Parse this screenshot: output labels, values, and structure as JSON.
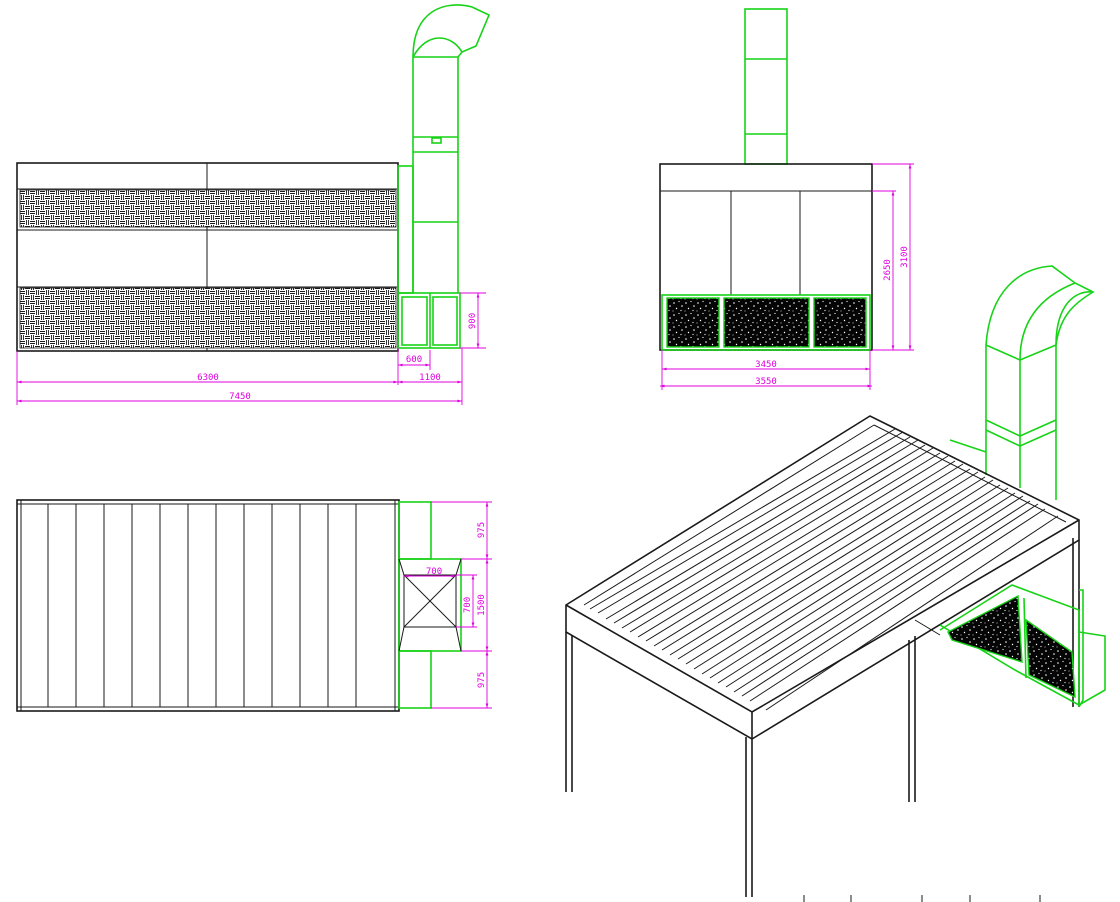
{
  "colors": {
    "outline": "#1a1a1a",
    "duct": "#17d317",
    "dimension": "#e000e0",
    "background": "#ffffff"
  },
  "views": {
    "front_elevation": {
      "dimensions": {
        "total_length": "7450",
        "booth_length": "6300",
        "plenum_length": "1100",
        "duct_width": "600",
        "plenum_height": "900"
      }
    },
    "side_elevation": {
      "dimensions": {
        "inner_width": "3450",
        "outer_width": "3550",
        "filter_height": "2650",
        "total_height": "3100"
      }
    },
    "plan_view": {
      "dimensions": {
        "top_section": "975",
        "center_section": "1500",
        "bottom_section": "975",
        "duct_width": "700",
        "duct_depth": "700"
      }
    },
    "isometric_view": {}
  }
}
